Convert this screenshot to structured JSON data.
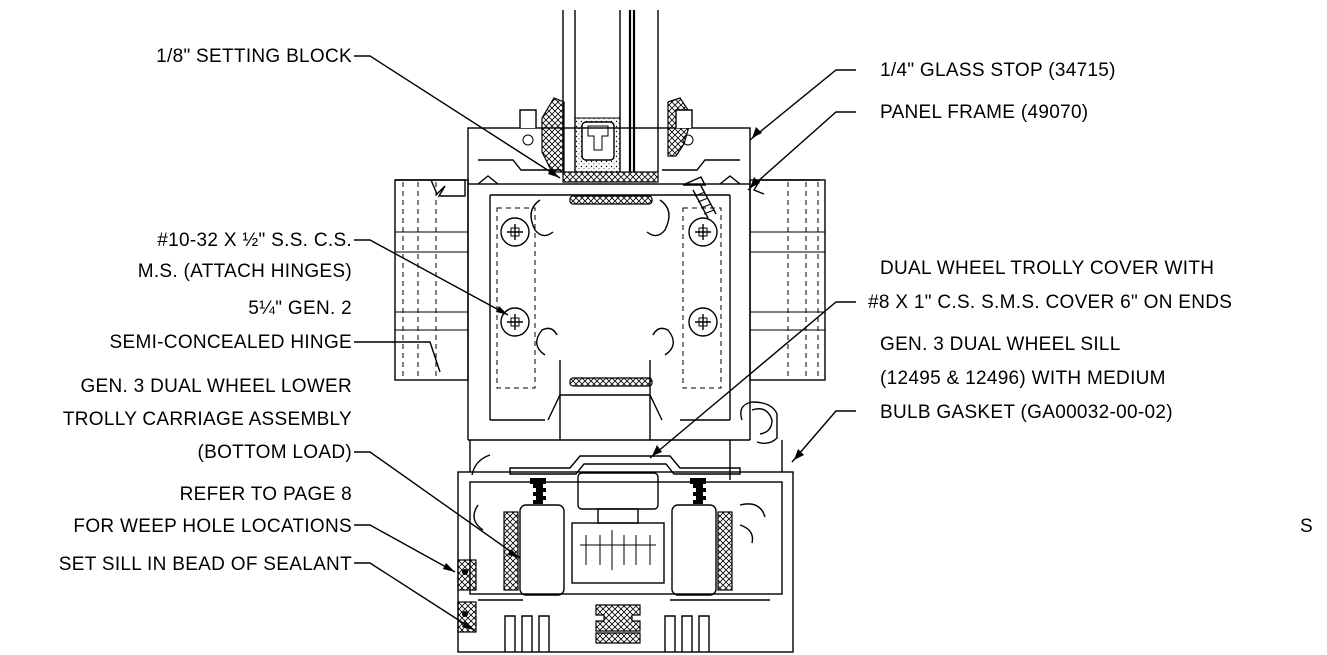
{
  "drawing": {
    "callouts": {
      "setting_block": "1/8\" SETTING BLOCK",
      "glass_stop": "1/4\" GLASS STOP (34715)",
      "panel_frame": "PANEL FRAME (49070)",
      "screw_line1": "#10-32 X ½\" S.S. C.S.",
      "screw_line2": "M.S. (ATTACH HINGES)",
      "hinge_line1": "5¼\" GEN. 2",
      "hinge_line2": "SEMI-CONCEALED HINGE",
      "cover_line1": "DUAL WHEEL TROLLY COVER WITH",
      "cover_line2": "#8 X 1\" C.S. S.M.S. COVER 6\" ON ENDS",
      "sill_line1": "GEN. 3 DUAL WHEEL SILL",
      "sill_line2": "(12495 & 12496) WITH MEDIUM",
      "sill_line3": "BULB GASKET (GA00032-00-02)",
      "carriage_line1": "GEN. 3 DUAL WHEEL LOWER",
      "carriage_line2": "TROLLY CARRIAGE ASSEMBLY",
      "carriage_line3": "(BOTTOM LOAD)",
      "weep_line1": "REFER TO PAGE 8",
      "weep_line2": "FOR WEEP HOLE LOCATIONS",
      "sealant": "SET SILL IN BEAD OF SEALANT",
      "edge_mark": "S"
    }
  }
}
